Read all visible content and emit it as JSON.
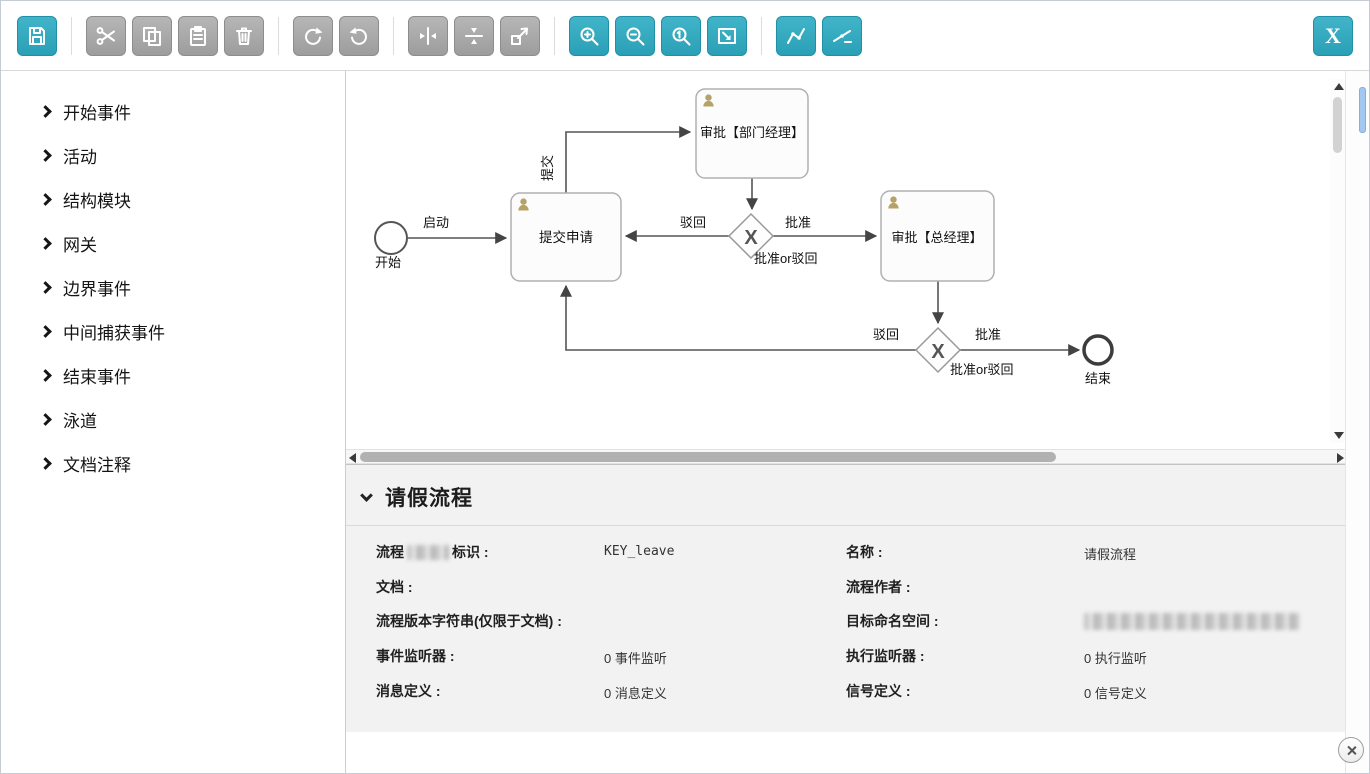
{
  "toolbar": {
    "close_label": "X",
    "buttons": [
      "save",
      "cut",
      "copy",
      "paste",
      "delete",
      "redo",
      "undo",
      "align-center",
      "align-middle",
      "resize",
      "zoom-in",
      "zoom-out",
      "zoom-actual",
      "zoom-fit",
      "add-bendpoint",
      "remove-bendpoint",
      "close"
    ],
    "accent_color": "#2aa0b6",
    "disabled_color": "#9d9d9d"
  },
  "palette": {
    "items": [
      "开始事件",
      "活动",
      "结构模块",
      "网关",
      "边界事件",
      "中间捕获事件",
      "结束事件",
      "泳道",
      "文档注释"
    ]
  },
  "diagram": {
    "start": {
      "label": "开始"
    },
    "end": {
      "label": "结束"
    },
    "tasks": {
      "submit": "提交申请",
      "dept_manager": "审批【部门经理】",
      "general_manager": "审批【总经理】"
    },
    "gateways": {
      "first_label": "批准or驳回",
      "second_label": "批准or驳回",
      "symbol": "X"
    },
    "edges": {
      "start": "启动",
      "resubmit": "提交",
      "reject1": "驳回",
      "approve1": "批准",
      "reject2": "驳回",
      "approve2": "批准"
    }
  },
  "properties": {
    "title": "请假流程",
    "fields_left": [
      {
        "label_prefix": "流程",
        "label_suffix": "标识 :",
        "value": "KEY_leave"
      },
      {
        "label": "文档 :",
        "value": ""
      },
      {
        "label": "流程版本字符串(仅限于文档) :",
        "value": ""
      },
      {
        "label": "事件监听器 :",
        "value": "0 事件监听"
      },
      {
        "label": "消息定义 :",
        "value": "0 消息定义"
      }
    ],
    "fields_right": [
      {
        "label": "名称 :",
        "value": "请假流程"
      },
      {
        "label": "流程作者 :",
        "value": ""
      },
      {
        "label": "目标命名空间 :",
        "value": ""
      },
      {
        "label": "执行监听器 :",
        "value": "0 执行监听"
      },
      {
        "label": "信号定义 :",
        "value": "0 信号定义"
      }
    ]
  }
}
